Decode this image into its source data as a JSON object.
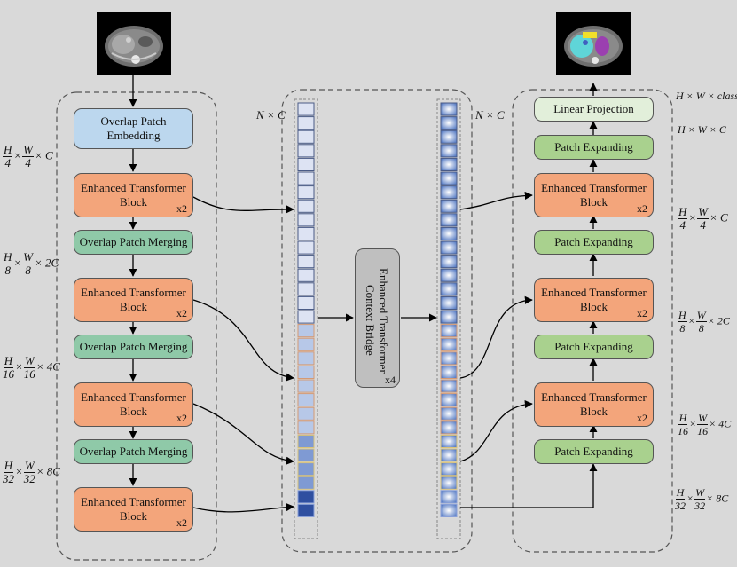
{
  "encoder": {
    "embed": "Overlap Patch Embedding",
    "block1": "Enhanced Transformer Block",
    "merge1": "Overlap Patch Merging",
    "block2": "Enhanced Transformer Block",
    "merge2": "Overlap Patch Merging",
    "block3": "Enhanced Transformer Block",
    "merge3": "Overlap Patch Merging",
    "block4": "Enhanced Transformer Block",
    "repeat": "x2"
  },
  "decoder": {
    "linear": "Linear Projection",
    "expand1": "Patch Expanding",
    "block1": "Enhanced Transformer Block",
    "expand2": "Patch Expanding",
    "block2": "Enhanced Transformer Block",
    "expand3": "Patch Expanding",
    "block3": "Enhanced Transformer Block",
    "expand4": "Patch Expanding",
    "repeat": "x2"
  },
  "bridge": {
    "label": "Enhanced Transformer Context Bridge",
    "repeat": "x4",
    "token_label_in": "N × C",
    "token_label_out": "N × C"
  },
  "dims_left": [
    {
      "num_h": "H",
      "den_h": "4",
      "num_w": "W",
      "den_w": "4",
      "c": "× C"
    },
    {
      "num_h": "H",
      "den_h": "8",
      "num_w": "W",
      "den_w": "8",
      "c": "× 2C"
    },
    {
      "num_h": "H",
      "den_h": "16",
      "num_w": "W",
      "den_w": "16",
      "c": "× 4C"
    },
    {
      "num_h": "H",
      "den_h": "32",
      "num_w": "W",
      "den_w": "32",
      "c": "× 8C"
    }
  ],
  "dims_right": {
    "out_class": "H × W × class",
    "out_c": "H × W × C",
    "d1": {
      "num_h": "H",
      "den_h": "4",
      "num_w": "W",
      "den_w": "4",
      "c": "× C"
    },
    "d2": {
      "num_h": "H",
      "den_h": "8",
      "num_w": "W",
      "den_w": "8",
      "c": "× 2C"
    },
    "d3": {
      "num_h": "H",
      "den_h": "16",
      "num_w": "W",
      "den_w": "16",
      "c": "× 4C"
    },
    "d4": {
      "num_h": "H",
      "den_h": "32",
      "num_w": "W",
      "den_w": "32",
      "c": "× 8C"
    }
  },
  "colors": {
    "blue_box": "#bcd7ee",
    "orange_box": "#f3a57b",
    "green_box": "#a9d18e",
    "teal_box": "#8fc9a8",
    "bridge_box": "#bfbfbf"
  }
}
